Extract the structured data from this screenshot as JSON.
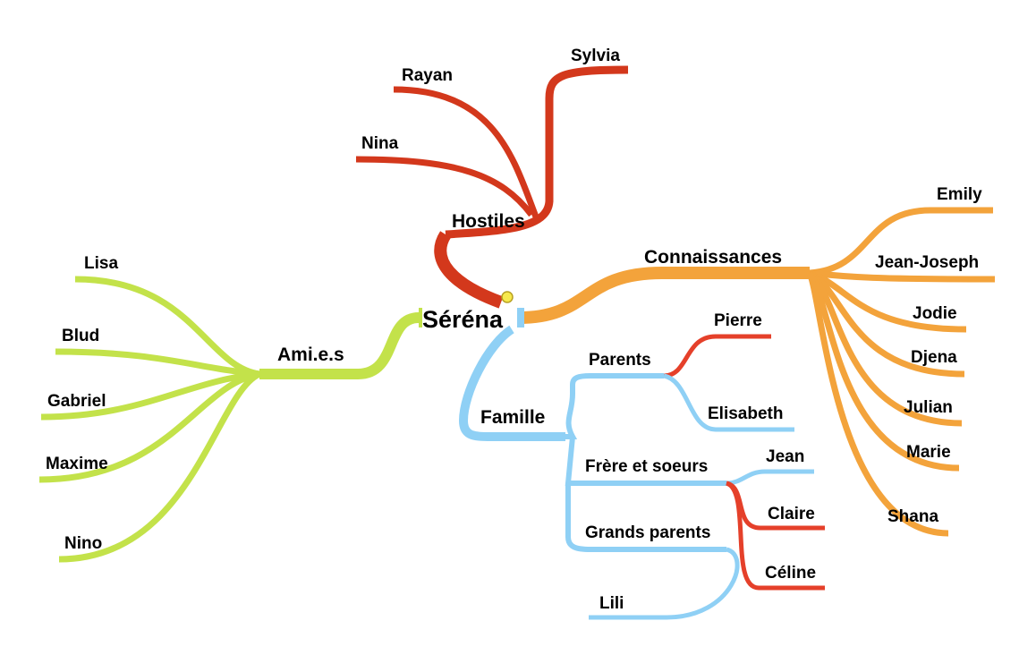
{
  "colors": {
    "hostiles": "#d3381c",
    "amis": "#c3e24a",
    "famille": "#8fd0f5",
    "connaissances": "#f3a33b",
    "famille_sub": "#e5402a",
    "root_marker": "#f6e94d"
  },
  "icons": {
    "root_marker": "note-dot-icon"
  },
  "root": {
    "label": "Séréna"
  },
  "branches": {
    "hostiles": {
      "label": "Hostiles",
      "children": [
        "Sylvia",
        "Rayan",
        "Nina"
      ]
    },
    "amis": {
      "label": "Ami.e.s",
      "children": [
        "Lisa",
        "Blud",
        "Gabriel",
        "Maxime",
        "Nino"
      ]
    },
    "connaissances": {
      "label": "Connaissances",
      "children": [
        "Emily",
        "Jean-Joseph",
        "Jodie",
        "Djena",
        "Julian",
        "Marie",
        "Shana"
      ]
    },
    "famille": {
      "label": "Famille",
      "groups": [
        {
          "label": "Parents",
          "children": [
            "Pierre",
            "Elisabeth"
          ]
        },
        {
          "label": "Frère et soeurs",
          "children": [
            "Jean",
            "Claire",
            "Céline"
          ]
        },
        {
          "label": "Grands parents",
          "children": [
            "Lili"
          ]
        }
      ]
    }
  }
}
